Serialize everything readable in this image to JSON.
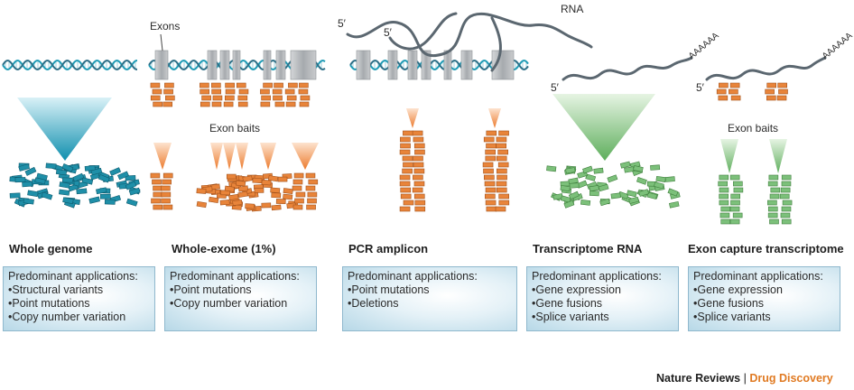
{
  "labels": {
    "exons": "Exons",
    "exon_baits_1": "Exon baits",
    "exon_baits_2": "Exon baits",
    "rna": "RNA",
    "five_prime": "5′",
    "polya": "AAAAAA"
  },
  "panels": [
    {
      "title": "Whole genome",
      "head": "Predominant applications:",
      "items": [
        "Structural variants",
        "Point mutations",
        "Copy number variation"
      ]
    },
    {
      "title": "Whole-exome (1%)",
      "head": "Predominant applications:",
      "items": [
        "Point mutations",
        "Copy number variation"
      ]
    },
    {
      "title": "PCR amplicon",
      "head": "Predominant applications:",
      "items": [
        "Point mutations",
        "Deletions"
      ]
    },
    {
      "title": "Transcriptome RNA",
      "head": "Predominant applications:",
      "items": [
        "Gene expression",
        "Gene fusions",
        "Splice variants"
      ]
    },
    {
      "title": "Exon capture transcriptome",
      "head": "Predominant applications:",
      "items": [
        "Gene expression",
        "Gene fusions",
        "Splice variants"
      ]
    }
  ],
  "credit": {
    "publisher": "Nature Reviews",
    "separator": "|",
    "journal": "Drug Discovery"
  },
  "colors": {
    "dna": "#1f9bb5",
    "fragment_blue": "#1f8fa8",
    "fragment_orange": "#e8843a",
    "fragment_green": "#7cc07a",
    "exon_grey": "#b9bcbf",
    "rna_line": "#5b6770",
    "funnel_blue": "#1b9bb9",
    "funnel_orange": "#f08a3c",
    "funnel_green": "#6db66b"
  }
}
